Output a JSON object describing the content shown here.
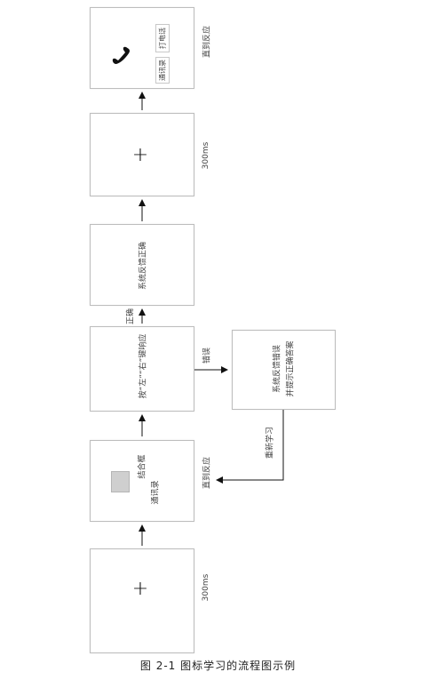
{
  "caption": "图 2-1 图标学习的流程图示例",
  "steps": {
    "fix1": {
      "symbol": "+",
      "duration": "300ms"
    },
    "stim": {
      "left_label": "通讯录",
      "right_label": "结合框",
      "response": "直到反应"
    },
    "key": {
      "text": "按“左”“右”键响应"
    },
    "fb_ok": {
      "text": "系统反馈正确"
    },
    "fix2": {
      "symbol": "+",
      "duration": "300ms"
    },
    "final": {
      "call_label": "打电话",
      "contacts_label": "通讯录",
      "response": "直到反应"
    },
    "fb_err": {
      "line1": "系统反馈错误",
      "line2": "并提示正确答案"
    }
  },
  "edges": {
    "correct": "正确",
    "wrong": "错误",
    "relearn": "重新学习"
  }
}
